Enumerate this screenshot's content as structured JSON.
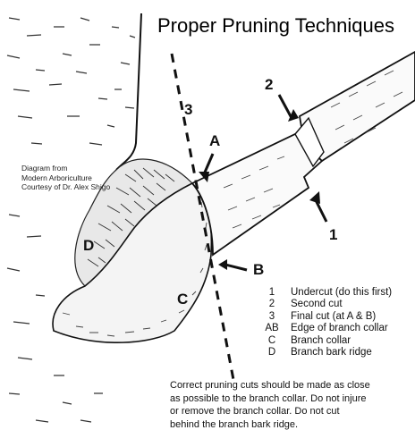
{
  "title": "Proper Pruning Techniques",
  "credit": {
    "line1": "Diagram from",
    "line2": "Modern Arboriculture",
    "line3": "Courtesy of Dr. Alex Shigo"
  },
  "labels": {
    "cut2": "2",
    "cut3": "3",
    "cut1": "1",
    "A": "A",
    "B": "B",
    "C": "C",
    "D": "D"
  },
  "legend": [
    {
      "key": "1",
      "text": "Undercut (do this first)"
    },
    {
      "key": "2",
      "text": "Second cut"
    },
    {
      "key": "3",
      "text": "Final cut (at A & B)"
    },
    {
      "key": "AB",
      "text": "Edge of branch collar"
    },
    {
      "key": "C",
      "text": "Branch collar"
    },
    {
      "key": "D",
      "text": "Branch bark ridge"
    }
  ],
  "note": {
    "line1": "Correct pruning cuts should be made as close",
    "line2": "as possible to the branch collar. Do not injure",
    "line3": "or remove the branch collar.  Do not cut",
    "line4": "behind the branch bark ridge."
  }
}
